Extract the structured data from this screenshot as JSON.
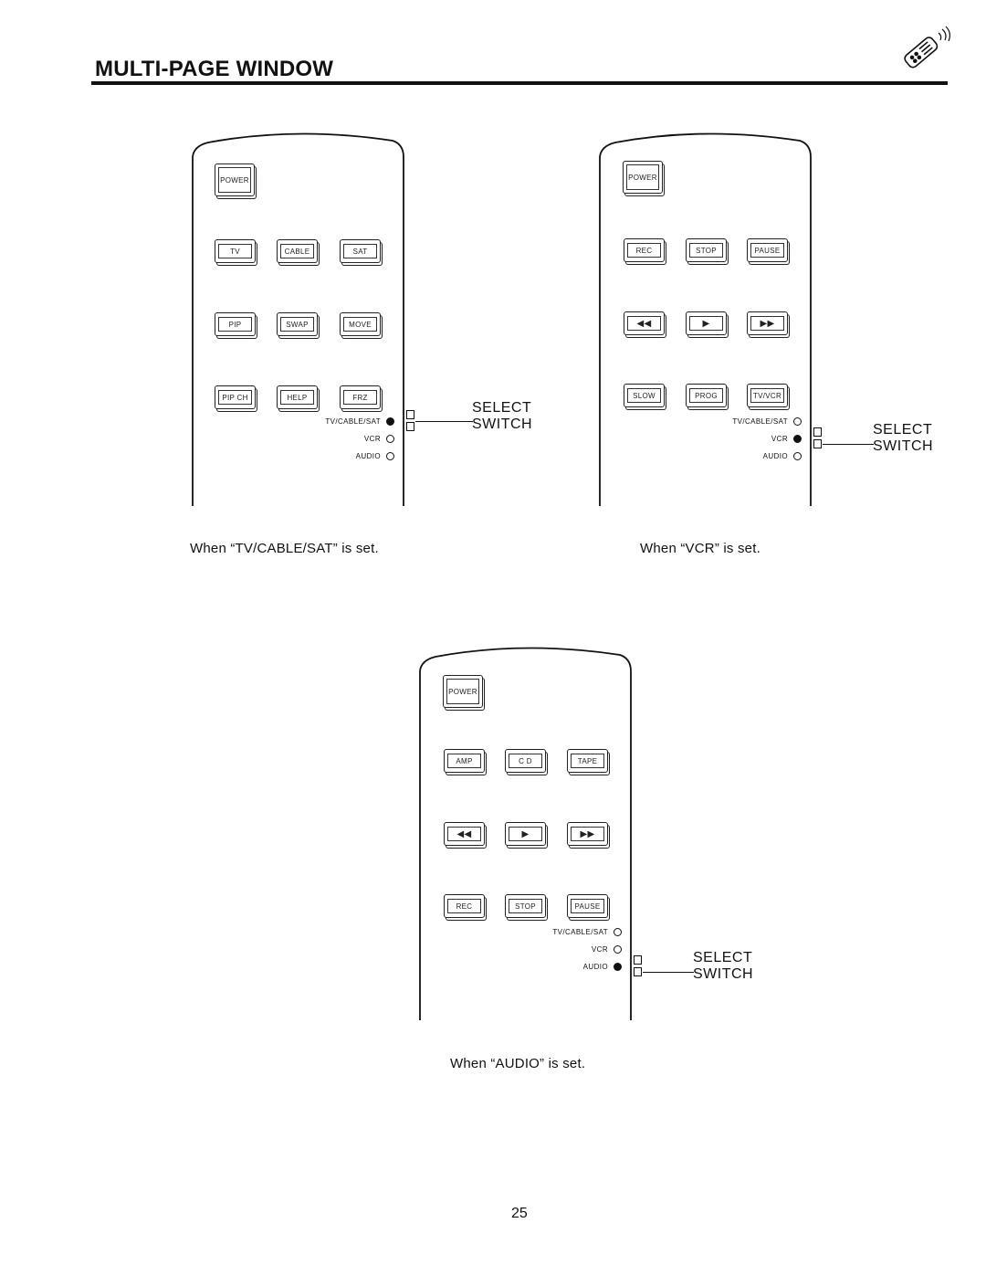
{
  "header": {
    "title": "MULTI-PAGE WINDOW",
    "icon": "remote-control-icon"
  },
  "remotes": [
    {
      "power_label": "POWER",
      "rows": [
        [
          "TV",
          "CABLE",
          "SAT"
        ],
        [
          "PIP",
          "SWAP",
          "MOVE"
        ],
        [
          "PIP CH",
          "HELP",
          "FRZ"
        ]
      ],
      "modes": [
        "TV/CABLE/SAT",
        "VCR",
        "AUDIO"
      ],
      "selected_mode": "TV/CABLE/SAT",
      "switch_label_line1": "SELECT",
      "switch_label_line2": "SWITCH",
      "caption": "When “TV/CABLE/SAT” is set."
    },
    {
      "power_label": "POWER",
      "rows": [
        [
          "REC",
          "STOP",
          "PAUSE"
        ],
        [
          "◀◀",
          "▶",
          "▶▶"
        ],
        [
          "SLOW",
          "PROG",
          "TV/VCR"
        ]
      ],
      "modes": [
        "TV/CABLE/SAT",
        "VCR",
        "AUDIO"
      ],
      "selected_mode": "VCR",
      "switch_label_line1": "SELECT",
      "switch_label_line2": "SWITCH",
      "caption": "When “VCR” is set."
    },
    {
      "power_label": "POWER",
      "rows": [
        [
          "AMP",
          "C D",
          "TAPE"
        ],
        [
          "◀◀",
          "▶",
          "▶▶"
        ],
        [
          "REC",
          "STOP",
          "PAUSE"
        ]
      ],
      "modes": [
        "TV/CABLE/SAT",
        "VCR",
        "AUDIO"
      ],
      "selected_mode": "AUDIO",
      "switch_label_line1": "SELECT",
      "switch_label_line2": "SWITCH",
      "caption": "When “AUDIO” is set."
    }
  ],
  "footer": {
    "page_number": "25"
  }
}
